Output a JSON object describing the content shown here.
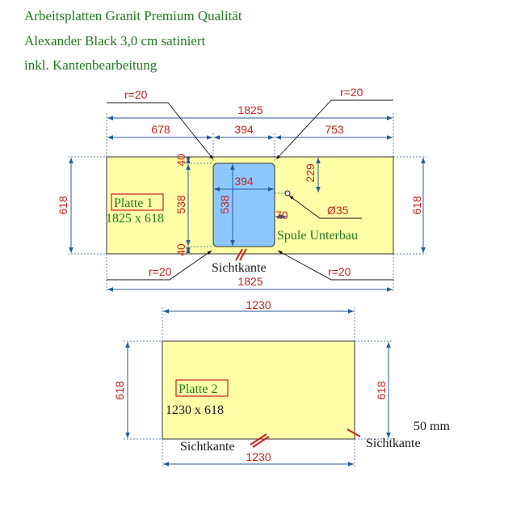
{
  "header": {
    "line1": "Arbeitsplatten Granit Premium Qualität",
    "line2": "Alexander Black 3,0 cm satiniert",
    "line3": "inkl. Kantenbearbeitung"
  },
  "plate1": {
    "label": "Platte 1",
    "size": "1825 x 618",
    "width_top": "1825",
    "width_bottom": "1825",
    "seg_left": "678",
    "seg_mid": "394",
    "seg_right": "753",
    "height_left": "618",
    "height_right": "618",
    "radius_tl": "r=20",
    "radius_tr": "r=20",
    "radius_bl": "r=20",
    "radius_br": "r=20",
    "cut_top_gap": "40",
    "cut_height": "538",
    "cut_bottom_gap": "40",
    "cut_width": "394",
    "cut_inner_height": "538",
    "tap_offset": "229",
    "tap_side": "70",
    "tap_diameter": "Ø35",
    "sink_label": "Spule Unterbau",
    "visible_edge": "Sichtkante"
  },
  "plate2": {
    "label": "Platte 2",
    "size": "1230 x 618",
    "width_top": "1230",
    "width_bottom": "1230",
    "height_left": "618",
    "height_right": "618",
    "visible_edge_bottom": "Sichtkante",
    "visible_edge_right": "Sichtkante",
    "thickness": "50 mm"
  },
  "colors": {
    "plate_fill": "#ffffa8",
    "sink_fill": "#8cc8ff",
    "dim_line": "#2a5a9a",
    "dim_text": "#cc1f1f",
    "label_text": "#1e7a1e",
    "edge_mark": "#cc1f1f"
  }
}
